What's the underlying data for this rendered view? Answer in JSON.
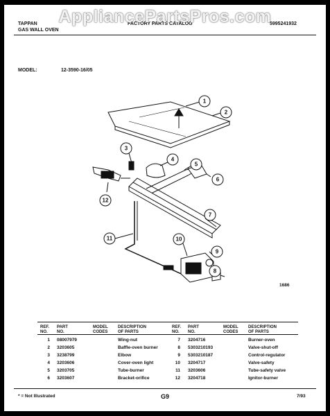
{
  "watermark": "AppliancePartsPros.com",
  "header": {
    "brand": "TAPPAN",
    "product": "GAS WALL OVEN",
    "catalog_title": "FACTORY PARTS CATALOG",
    "catalog_number": "5995241932"
  },
  "model": {
    "label": "MODEL:",
    "value": "12-3590-16/05"
  },
  "diagram": {
    "figure_number": "1686",
    "callouts": [
      "1",
      "2",
      "3",
      "4",
      "5",
      "6",
      "7",
      "8",
      "9",
      "10",
      "11",
      "12"
    ]
  },
  "table": {
    "col_headers": {
      "ref_no": "REF.\nNO.",
      "part_no": "PART\nNO.",
      "model_codes": "MODEL\nCODES",
      "description": "DESCRIPTION\nOF PARTS"
    },
    "left_rows": [
      {
        "ref": "1",
        "part": "08007979",
        "codes": "",
        "desc": "Wing-nut"
      },
      {
        "ref": "2",
        "part": "3203605",
        "codes": "",
        "desc": "Baffle-oven burner"
      },
      {
        "ref": "3",
        "part": "3238799",
        "codes": "",
        "desc": "Elbow"
      },
      {
        "ref": "4",
        "part": "3203606",
        "codes": "",
        "desc": "Cover-oven light"
      },
      {
        "ref": "5",
        "part": "3203705",
        "codes": "",
        "desc": "Tube-burner"
      },
      {
        "ref": "6",
        "part": "3203607",
        "codes": "",
        "desc": "Bracket-orifice"
      }
    ],
    "right_rows": [
      {
        "ref": "7",
        "part": "3204716",
        "codes": "",
        "desc": "Burner-oven"
      },
      {
        "ref": "8",
        "part": "5303210193",
        "codes": "",
        "desc": "Valve-shut-off"
      },
      {
        "ref": "9",
        "part": "5303210187",
        "codes": "",
        "desc": "Control-regulator"
      },
      {
        "ref": "10",
        "part": "3204717",
        "codes": "",
        "desc": "Valve-safety"
      },
      {
        "ref": "11",
        "part": "3203606",
        "codes": "",
        "desc": "Tube-safety valve"
      },
      {
        "ref": "12",
        "part": "3204718",
        "codes": "",
        "desc": "Ignitor-burner"
      }
    ]
  },
  "footer": {
    "note": "* = Not Illustrated",
    "page": "G9",
    "date": "7/93"
  }
}
